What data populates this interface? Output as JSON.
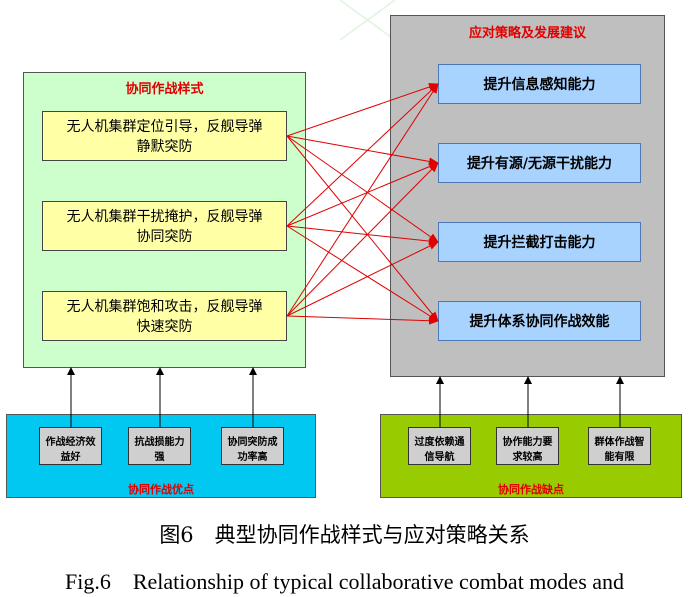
{
  "left_panel": {
    "title": "协同作战样式",
    "modes": [
      {
        "line1": "无人机集群定位引导，反舰导弹",
        "line2": "静默突防"
      },
      {
        "line1": "无人机集群干扰掩护，反舰导弹",
        "line2": "协同突防"
      },
      {
        "line1": "无人机集群饱和攻击，反舰导弹",
        "line2": "快速突防"
      }
    ]
  },
  "right_panel": {
    "title": "应对策略及发展建议",
    "strategies": [
      "提升信息感知能力",
      "提升有源/无源干扰能力",
      "提升拦截打击能力",
      "提升体系协同作战效能"
    ]
  },
  "advantages_panel": {
    "label": "协同作战优点",
    "items": [
      {
        "line1": "作战经济效",
        "line2": "益好"
      },
      {
        "line1": "抗战损能力",
        "line2": "强"
      },
      {
        "line1": "协同突防成",
        "line2": "功率高"
      }
    ]
  },
  "disadvantages_panel": {
    "label": "协同作战缺点",
    "items": [
      {
        "line1": "过度依赖通",
        "line2": "信导航"
      },
      {
        "line1": "协作能力要",
        "line2": "求较高"
      },
      {
        "line1": "群体作战智",
        "line2": "能有限"
      }
    ]
  },
  "caption": {
    "cn": "图6　典型协同作战样式与应对策略关系",
    "en": "Fig.6　Relationship of typical collaborative combat modes and"
  },
  "colors": {
    "left_panel_bg": "#ccffcc",
    "right_panel_bg": "#bfbfbf",
    "mode_box_bg": "#ffffa6",
    "strategy_box_bg": "#a9d3ff",
    "advantages_bg": "#00c8f0",
    "disadvantages_bg": "#99cc00",
    "connector_red": "#e00000",
    "title_red": "#e00000"
  }
}
